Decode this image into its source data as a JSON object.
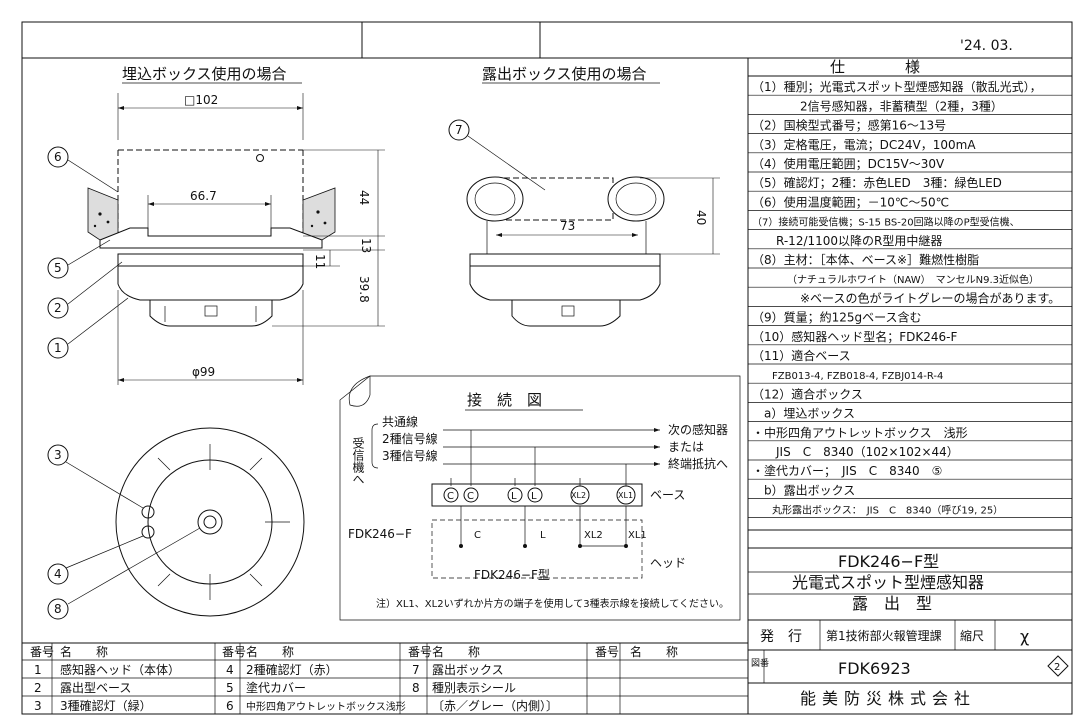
{
  "date": "'24. 03.",
  "sections": {
    "embedded_title": "埋込ボックス使用の場合",
    "exposed_title": "露出ボックス使用の場合"
  },
  "dimensions": {
    "d102": "□102",
    "d66": "66.7",
    "d44": "44",
    "d13": "13",
    "d11": "11",
    "d398": "39.8",
    "d99": "φ99",
    "d73": "73",
    "d40": "40"
  },
  "callouts": [
    "1",
    "2",
    "3",
    "4",
    "5",
    "6",
    "7",
    "8"
  ],
  "spec": {
    "title": "仕　　　　様",
    "lines": [
      "（1）種別；光電式スポット型煙感知器（散乱光式），",
      "　　　　2信号感知器，非蓄積型（2種，3種）",
      "（2）国検型式番号；感第16～13号",
      "（3）定格電圧，電流；DC24V，100mA",
      "（4）使用電圧範囲；DC15V～30V",
      "（5）確認灯；2種：赤色LED　3種：緑色LED",
      "（6）使用温度範囲；－10℃～50℃",
      "（7）接続可能受信機；S-15 BS-20回路以降のP型受信機、",
      "　　R-12/1100以降のR型用中継器",
      "（8）主材：［本体、ベース※］難燃性樹脂",
      "　　　　（ナチュラルホワイト（NAW）　マンセルN9.3近似色）",
      "　　　　※ベースの色がライトグレーの場合があります。",
      "（9）質量；約125gベース含む",
      "（10）感知器ヘッド型名；FDK246-F",
      "（11）適合ベース",
      "　　FZB013-4, FZB018-4, FZBJ014-R-4",
      "（12）適合ボックス",
      "　a）埋込ボックス",
      "・中形四角アウトレットボックス　浅形",
      "　　JIS　C　8340（102×102×44）",
      "・塗代カバー；　JIS　C　8340　⑤",
      "　b）露出ボックス",
      "　　丸形露出ボックス：　JIS　C　8340（呼び19, 25）"
    ]
  },
  "product": {
    "model_type": "FDK246−F型",
    "name": "光電式スポット型煙感知器",
    "variant": "露　出　型"
  },
  "issue": {
    "issue_label": "発　行",
    "dept": "第1技術部火報管理課",
    "scale_label": "縮尺",
    "scale_value": "χ",
    "drawing_no_label": "図番",
    "drawing_no": "FDK6923",
    "revision": "2",
    "company": "能美防災株式会社"
  },
  "wiring": {
    "title": "接　続　図",
    "receiver": "受信機へ",
    "common": "共通線",
    "sig2": "2種信号線",
    "sig3": "3種信号線",
    "next1": "次の感知器",
    "next2": "または",
    "next3": "終端抵抗へ",
    "terminals": [
      "C",
      "C",
      "L",
      "L",
      "XL2",
      "XL1"
    ],
    "base_label": "ベース",
    "head_terminals": [
      "C",
      "L",
      "XL2",
      "XL1"
    ],
    "head_label": "ヘッド",
    "model": "FDK246−F",
    "model_type": "FDK246−F型",
    "note": "注）XL1、XL2いずれか片方の端子を使用して3種表示線を接続してください。"
  },
  "parts_table": {
    "headers": [
      "番号",
      "名　　称",
      "番号",
      "名　　称",
      "番号",
      "名　　称",
      "番号",
      "名　　称"
    ],
    "rows": [
      [
        "1",
        "感知器ヘッド（本体）",
        "4",
        "2種確認灯（赤）",
        "7",
        "露出ボックス"
      ],
      [
        "2",
        "露出型ベース",
        "5",
        "塗代カバー",
        "8",
        "種別表示シール"
      ],
      [
        "3",
        "3種確認灯（緑）",
        "6",
        "中形四角アウトレットボックス浅形",
        "",
        "〔赤／グレー（内側）〕"
      ]
    ]
  }
}
